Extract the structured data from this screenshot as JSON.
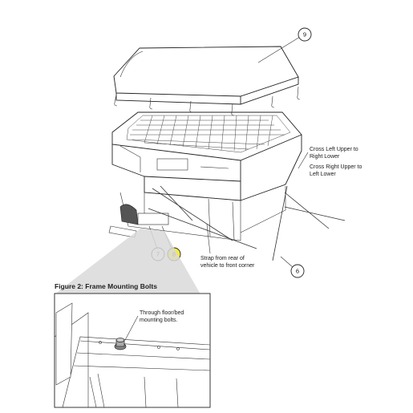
{
  "callouts": {
    "c9": "9",
    "c7": "7",
    "c8": "8",
    "c6": "6"
  },
  "labels": {
    "cross_left": "Cross Left Upper to",
    "cross_left_2": "Right Lower",
    "cross_right": "Cross Right Upper to",
    "cross_right_2": "Left Lower",
    "strap_1": "Strap from rear of",
    "strap_2": "vehicle to front corner"
  },
  "figure": {
    "title": "Figure 2: Frame Mounting Bolts",
    "note_1": "Through floor/bed",
    "note_2": "mounting bolts."
  },
  "colors": {
    "highlight_callout": "#f4ec3a",
    "line": "#222222",
    "shadow": "#d9d9d9"
  }
}
